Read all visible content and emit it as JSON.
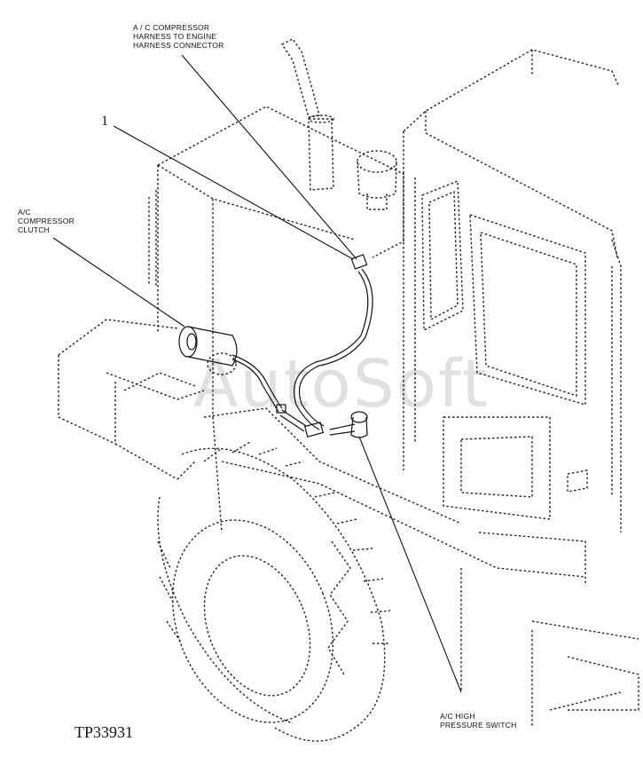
{
  "labels": {
    "harness_connector": "A / C COMPRESSOR\nHARNESS TO ENGINE\nHARNESS CONNECTOR",
    "callout_1": "1",
    "compressor_clutch": "A/C\nCOMPRESSOR\nCLUTCH",
    "high_pressure_switch": "A/C HIGH\nPRESSURE SWITCH",
    "figure_id": "TP33931"
  },
  "watermark": "AutoSoft",
  "colors": {
    "line": "#222222",
    "background": "#ffffff"
  }
}
